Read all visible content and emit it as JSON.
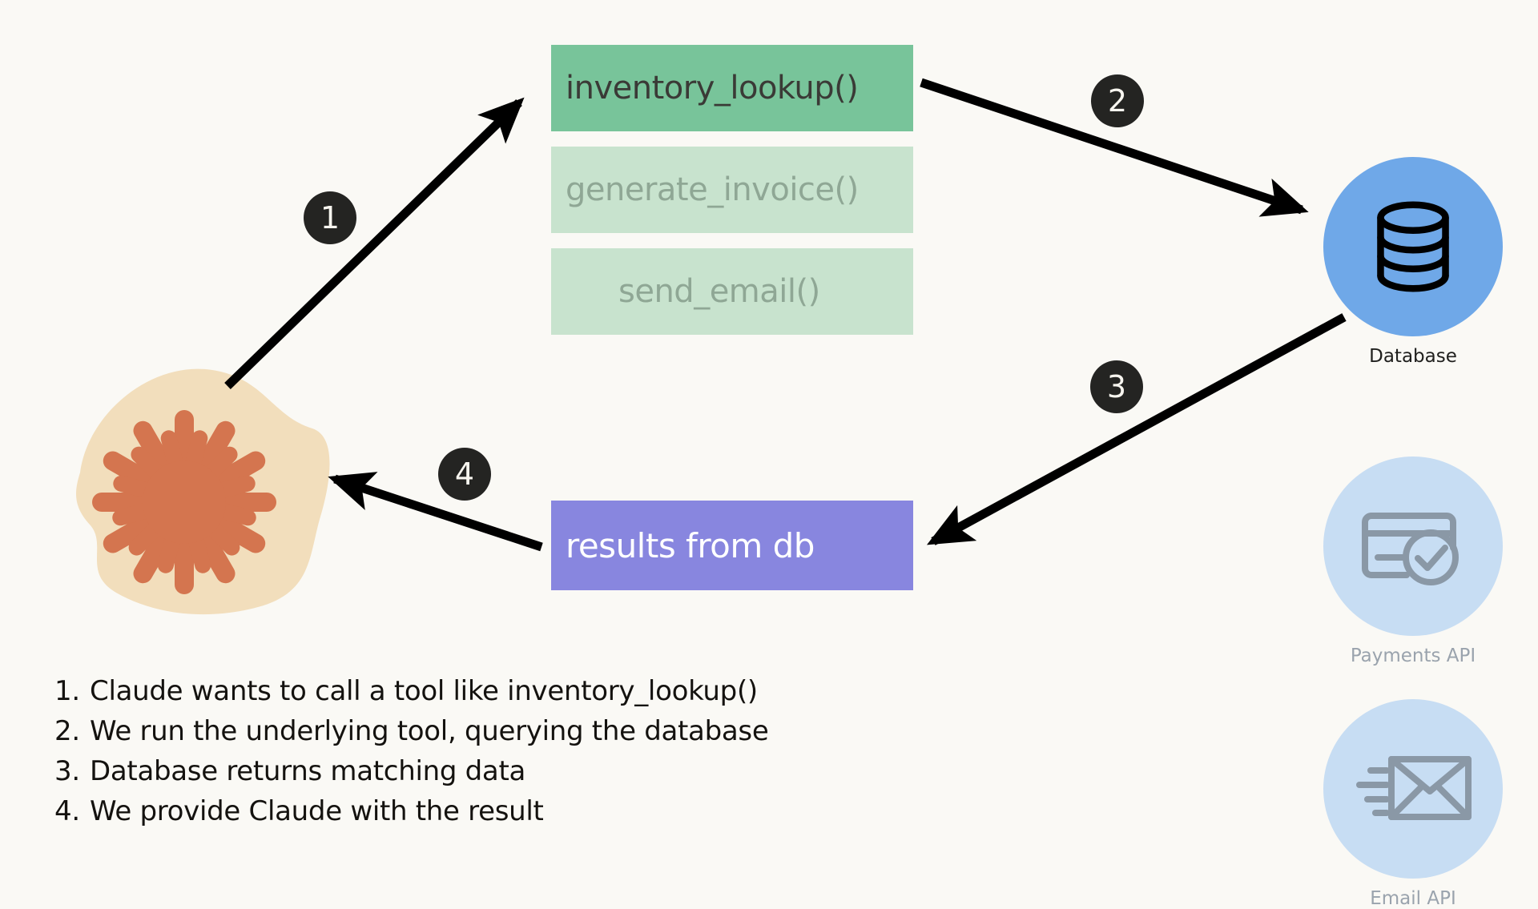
{
  "background_color": "#FAF9F5",
  "agent": {
    "name": "claude-agent",
    "blob_color": "#F2DEBC",
    "burst_color": "#D4754F",
    "icon": "claude-starburst-icon"
  },
  "tools": {
    "items": [
      {
        "label": "inventory_lookup()",
        "state": "active",
        "bg": "#78C49A",
        "fg": "#3A3A36"
      },
      {
        "label": "generate_invoice()",
        "state": "dimmed",
        "bg": "#C8E3CE",
        "fg": "#8FA795"
      },
      {
        "label": "send_email()",
        "state": "dimmed",
        "bg": "#C8E3CE",
        "fg": "#8FA795"
      }
    ]
  },
  "result": {
    "label": "results from db",
    "bg": "#8886DF",
    "fg": "#FFFFFF"
  },
  "steps_badges": [
    {
      "number": "1"
    },
    {
      "number": "2"
    },
    {
      "number": "3"
    },
    {
      "number": "4"
    }
  ],
  "services": [
    {
      "label": "Database",
      "icon": "database-cylinder-icon",
      "circle_color": "#6FA8E8",
      "state": "active",
      "label_color": "#1F1F1D"
    },
    {
      "label": "Payments API",
      "icon": "credit-card-check-icon",
      "circle_color": "#C7DDF3",
      "state": "muted",
      "label_color": "#9AA3AD"
    },
    {
      "label": "Email API",
      "icon": "envelope-speed-icon",
      "circle_color": "#C7DDF3",
      "state": "muted",
      "label_color": "#9AA3AD"
    }
  ],
  "legend": {
    "items": [
      {
        "number": "1.",
        "text": "Claude wants to call a tool like inventory_lookup()"
      },
      {
        "number": "2.",
        "text": "We run the underlying tool, querying the database"
      },
      {
        "number": "3.",
        "text": "Database returns matching data"
      },
      {
        "number": "4.",
        "text": "We provide Claude with the result"
      }
    ]
  },
  "arrows": [
    {
      "name": "arrow-claude-to-tool",
      "step": "1",
      "from": "claude-agent",
      "to": "inventory_lookup()"
    },
    {
      "name": "arrow-tool-to-database",
      "step": "2",
      "from": "inventory_lookup()",
      "to": "Database"
    },
    {
      "name": "arrow-database-to-result",
      "step": "3",
      "from": "Database",
      "to": "results from db"
    },
    {
      "name": "arrow-result-to-claude",
      "step": "4",
      "from": "results from db",
      "to": "claude-agent"
    }
  ]
}
